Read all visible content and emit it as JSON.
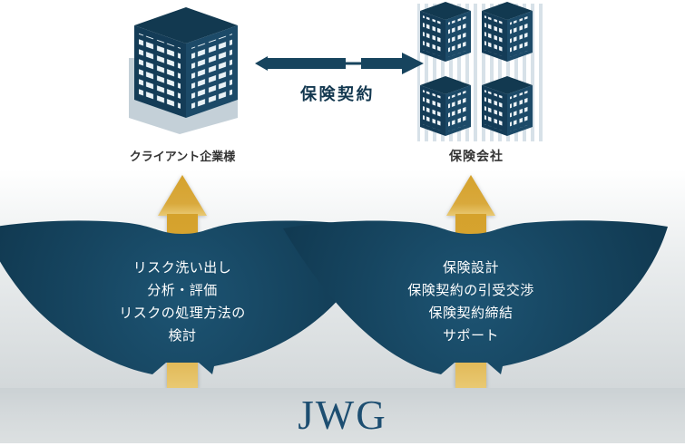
{
  "colors": {
    "wing_navy": "#113a52",
    "wing_glow": "#1d5473",
    "arrow_navy": "#17445e",
    "gold": "#d8a62f",
    "brand_blue": "#1d4e71",
    "label_gray": "#333333",
    "band_gray": "#ced3d5"
  },
  "entities": {
    "client": {
      "label": "クライアント企業様"
    },
    "insurer": {
      "label": "保険会社"
    }
  },
  "relationship": {
    "label": "保険契約"
  },
  "services": {
    "client_side": {
      "lines": [
        "リスク洗い出し",
        "分析・評価",
        "リスクの処理方法の",
        "検討"
      ]
    },
    "insurer_side": {
      "lines": [
        "保険設計",
        "保険契約の引受交渉",
        "保険契約締結",
        "サポート"
      ]
    }
  },
  "brand": {
    "label": "JWG"
  }
}
